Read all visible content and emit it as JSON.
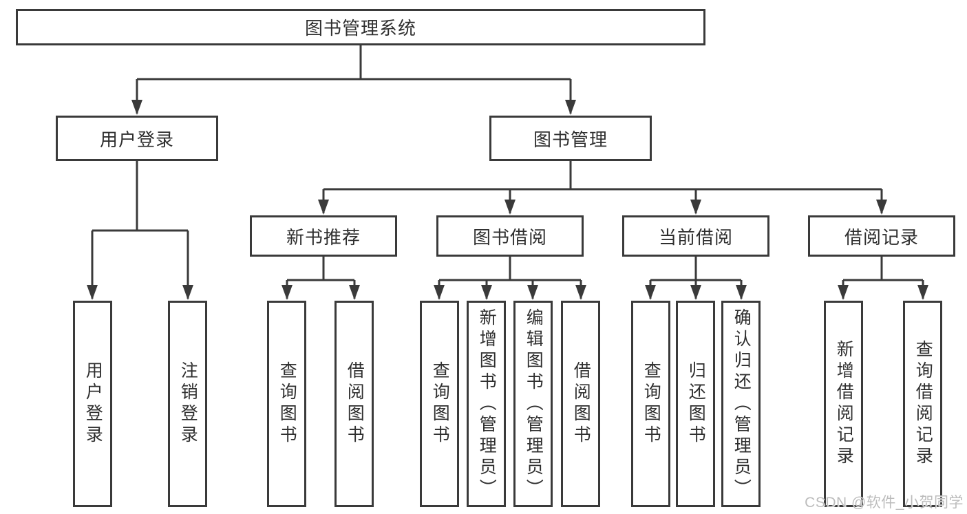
{
  "colors": {
    "line": "#3a3a3a",
    "text": "#2f2f2f",
    "box_background": "#ffffff",
    "watermark": "#bcbcbc"
  },
  "watermark": {
    "text": "CSDN @软件_小贺同学"
  },
  "tree": {
    "root": "图书管理系统",
    "branches": [
      {
        "label": "用户登录",
        "children": [
          "用户登录",
          "注销登录"
        ]
      },
      {
        "label": "图书管理",
        "groups": [
          {
            "label": "新书推荐",
            "children": [
              "查询图书",
              "借阅图书"
            ]
          },
          {
            "label": "图书借阅",
            "children": [
              "查询图书",
              "新增图书（管理员）",
              "编辑图书（管理员）",
              "借阅图书"
            ]
          },
          {
            "label": "当前借阅",
            "children": [
              "查询图书",
              "归还图书",
              "确认归还（管理员）"
            ]
          },
          {
            "label": "借阅记录",
            "children": [
              "新增借阅记录",
              "查询借阅记录"
            ]
          }
        ]
      }
    ]
  }
}
